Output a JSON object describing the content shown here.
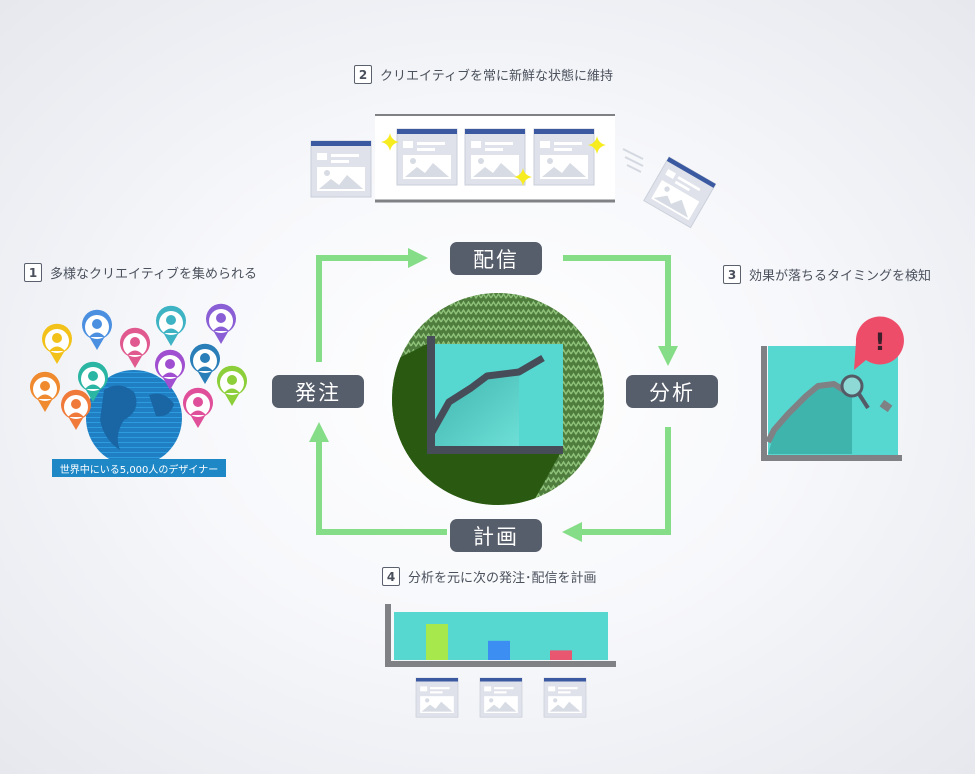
{
  "cycle": {
    "top": "配信",
    "right": "分析",
    "bottom": "計画",
    "left": "発注"
  },
  "steps": [
    {
      "num": "1",
      "title": "多様なクリエイティブを集められる"
    },
    {
      "num": "2",
      "title": "クリエイティブを常に新鮮な状態に維持"
    },
    {
      "num": "3",
      "title": "効果が落ちるタイミングを検知"
    },
    {
      "num": "4",
      "title": "分析を元に次の発注･配信を計画"
    }
  ],
  "designers_banner": "世界中にいる5,000人のデザイナー",
  "alert_symbol": "!",
  "colors": {
    "arrow": "#86dd88",
    "pill": "#575e6b",
    "teal": "#56d8d1",
    "axis": "#7f8184",
    "card_header": "#3a59a0"
  },
  "step4_bars": [
    {
      "value": 3,
      "color": "#a7e84c"
    },
    {
      "value": 1.6,
      "color": "#3d8ef2"
    },
    {
      "value": 0.8,
      "color": "#e8566f"
    }
  ]
}
